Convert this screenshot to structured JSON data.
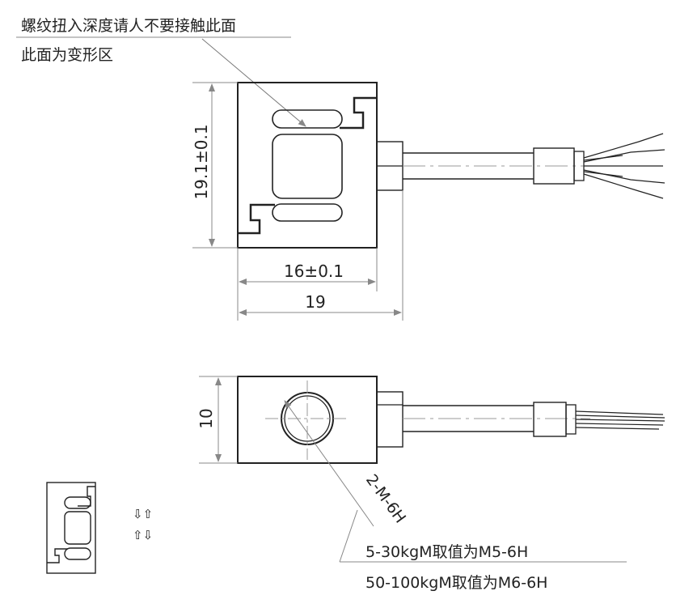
{
  "notes": {
    "thread_note": "螺纹扭入深度请人不要接触此面",
    "deform_note": "此面为变形区"
  },
  "dimensions": {
    "height": "19.1±0.1",
    "width_inner": "16±0.1",
    "width_total": "19",
    "thickness": "10",
    "thread": "2-M-6H"
  },
  "thread_spec": {
    "line1": "5-30kgM取值为M5-6H",
    "line2": "50-100kgM取值为M6-6H"
  },
  "load_arrows": {
    "top": "⇩⇧",
    "bottom": "⇧⇩"
  }
}
